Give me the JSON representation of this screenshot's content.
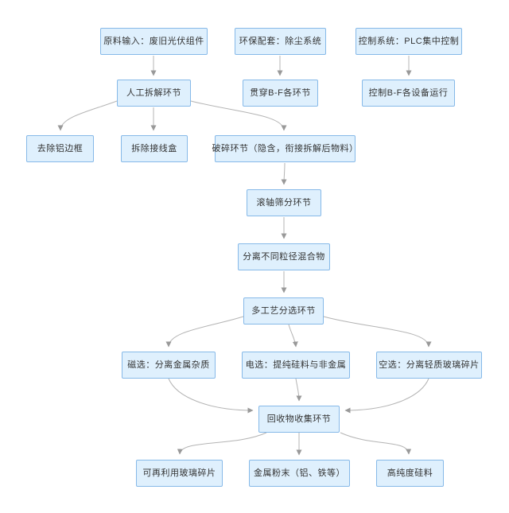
{
  "diagram": {
    "type": "flowchart",
    "colors": {
      "node_fill": "#dff0fd",
      "node_border": "#86b9e8",
      "arrow_line": "#b4b4b4",
      "arrow_head": "#999999",
      "text": "#333333",
      "background": "#ffffff"
    },
    "nodes": {
      "raw_input": {
        "label": "原料输入：废旧光伏组件"
      },
      "env_support": {
        "label": "环保配套：除尘系统"
      },
      "control_system": {
        "label": "控制系统：PLC集中控制"
      },
      "manual_dismantle": {
        "label": "人工拆解环节"
      },
      "through_bf": {
        "label": "贯穿B-F各环节"
      },
      "control_bf": {
        "label": "控制B-F各设备运行"
      },
      "remove_frame": {
        "label": "去除铝边框"
      },
      "remove_junction_box": {
        "label": "拆除接线盒"
      },
      "crushing": {
        "label": "破碎环节（隐含，衔接拆解后物料）"
      },
      "roller_screening": {
        "label": "滚轴筛分环节"
      },
      "separate_particles": {
        "label": "分离不同粒径混合物"
      },
      "multi_sorting": {
        "label": "多工艺分选环节"
      },
      "magnetic": {
        "label": "磁选：分离金属杂质"
      },
      "electrostatic": {
        "label": "电选：提纯硅料与非金属"
      },
      "air_sorting": {
        "label": "空选：分离轻质玻璃碎片"
      },
      "collection": {
        "label": "回收物收集环节"
      },
      "glass_output": {
        "label": "可再利用玻璃碎片"
      },
      "metal_powder_output": {
        "label": "金属粉末（铝、铁等）"
      },
      "silicon_output": {
        "label": "高纯度硅料"
      }
    },
    "edges": [
      {
        "from": "raw_input",
        "to": "manual_dismantle"
      },
      {
        "from": "env_support",
        "to": "through_bf"
      },
      {
        "from": "control_system",
        "to": "control_bf"
      },
      {
        "from": "manual_dismantle",
        "to": "remove_frame"
      },
      {
        "from": "manual_dismantle",
        "to": "remove_junction_box"
      },
      {
        "from": "manual_dismantle",
        "to": "crushing"
      },
      {
        "from": "crushing",
        "to": "roller_screening"
      },
      {
        "from": "roller_screening",
        "to": "separate_particles"
      },
      {
        "from": "separate_particles",
        "to": "multi_sorting"
      },
      {
        "from": "multi_sorting",
        "to": "magnetic"
      },
      {
        "from": "multi_sorting",
        "to": "electrostatic"
      },
      {
        "from": "multi_sorting",
        "to": "air_sorting"
      },
      {
        "from": "magnetic",
        "to": "collection"
      },
      {
        "from": "electrostatic",
        "to": "collection"
      },
      {
        "from": "air_sorting",
        "to": "collection"
      },
      {
        "from": "collection",
        "to": "glass_output"
      },
      {
        "from": "collection",
        "to": "metal_powder_output"
      },
      {
        "from": "collection",
        "to": "silicon_output"
      }
    ]
  }
}
